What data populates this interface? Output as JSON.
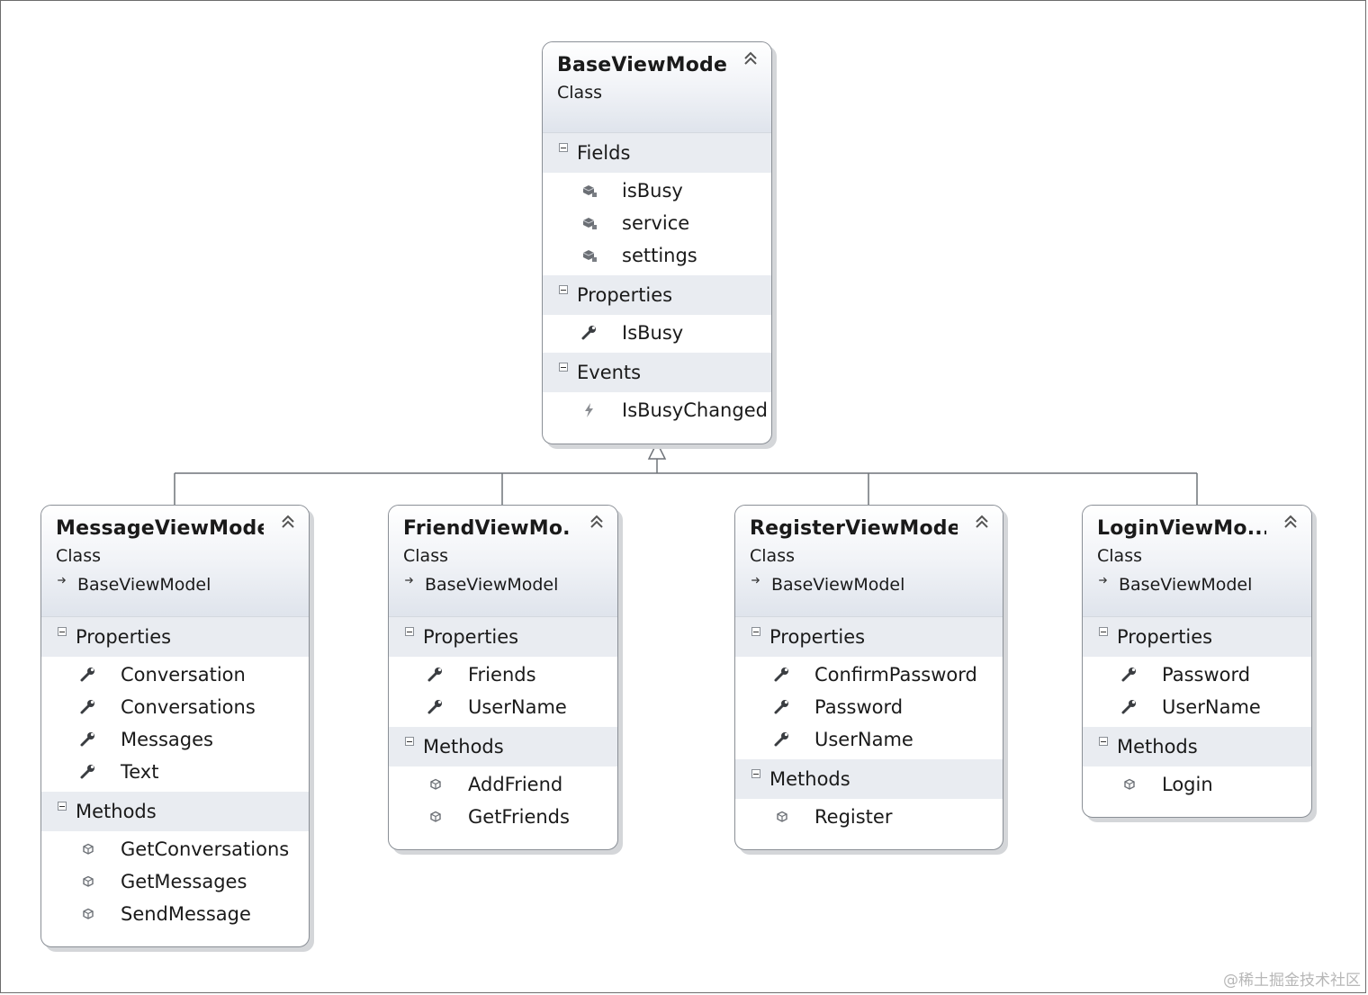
{
  "diagram": {
    "watermark": "@稀土掘金技术社区",
    "colors": {
      "line": "#6e7278",
      "border": "#8a8f96",
      "section_bg": "#e9ecf1"
    },
    "classes": {
      "base": {
        "name": "BaseViewModel",
        "kind": "Class",
        "collapse_icon": "double-chevron-up-icon",
        "sections": [
          {
            "title": "Fields",
            "members": [
              {
                "name": "isBusy",
                "icon": "field-icon"
              },
              {
                "name": "service",
                "icon": "field-icon"
              },
              {
                "name": "settings",
                "icon": "field-icon"
              }
            ]
          },
          {
            "title": "Properties",
            "members": [
              {
                "name": "IsBusy",
                "icon": "property-wrench-icon"
              }
            ]
          },
          {
            "title": "Events",
            "members": [
              {
                "name": "IsBusyChanged",
                "icon": "event-lightning-icon"
              }
            ]
          }
        ]
      },
      "message": {
        "name": "MessageViewModel",
        "kind": "Class",
        "base": "BaseViewModel",
        "sections": [
          {
            "title": "Properties",
            "members": [
              {
                "name": "Conversation",
                "icon": "property-wrench-icon"
              },
              {
                "name": "Conversations",
                "icon": "property-wrench-icon"
              },
              {
                "name": "Messages",
                "icon": "property-wrench-icon"
              },
              {
                "name": "Text",
                "icon": "property-wrench-icon"
              }
            ]
          },
          {
            "title": "Methods",
            "members": [
              {
                "name": "GetConversations",
                "icon": "method-cube-icon"
              },
              {
                "name": "GetMessages",
                "icon": "method-cube-icon"
              },
              {
                "name": "SendMessage",
                "icon": "method-cube-icon"
              }
            ]
          }
        ]
      },
      "friend": {
        "name": "FriendViewMo...",
        "kind": "Class",
        "base": "BaseViewModel",
        "sections": [
          {
            "title": "Properties",
            "members": [
              {
                "name": "Friends",
                "icon": "property-wrench-icon"
              },
              {
                "name": "UserName",
                "icon": "property-wrench-icon"
              }
            ]
          },
          {
            "title": "Methods",
            "members": [
              {
                "name": "AddFriend",
                "icon": "method-cube-icon"
              },
              {
                "name": "GetFriends",
                "icon": "method-cube-icon"
              }
            ]
          }
        ]
      },
      "register": {
        "name": "RegisterViewModel",
        "kind": "Class",
        "base": "BaseViewModel",
        "sections": [
          {
            "title": "Properties",
            "members": [
              {
                "name": "ConfirmPassword",
                "icon": "property-wrench-icon"
              },
              {
                "name": "Password",
                "icon": "property-wrench-icon"
              },
              {
                "name": "UserName",
                "icon": "property-wrench-icon"
              }
            ]
          },
          {
            "title": "Methods",
            "members": [
              {
                "name": "Register",
                "icon": "method-cube-icon"
              }
            ]
          }
        ]
      },
      "login": {
        "name": "LoginViewMo...",
        "kind": "Class",
        "base": "BaseViewModel",
        "sections": [
          {
            "title": "Properties",
            "members": [
              {
                "name": "Password",
                "icon": "property-wrench-icon"
              },
              {
                "name": "UserName",
                "icon": "property-wrench-icon"
              }
            ]
          },
          {
            "title": "Methods",
            "members": [
              {
                "name": "Login",
                "icon": "method-cube-icon"
              }
            ]
          }
        ]
      }
    }
  }
}
